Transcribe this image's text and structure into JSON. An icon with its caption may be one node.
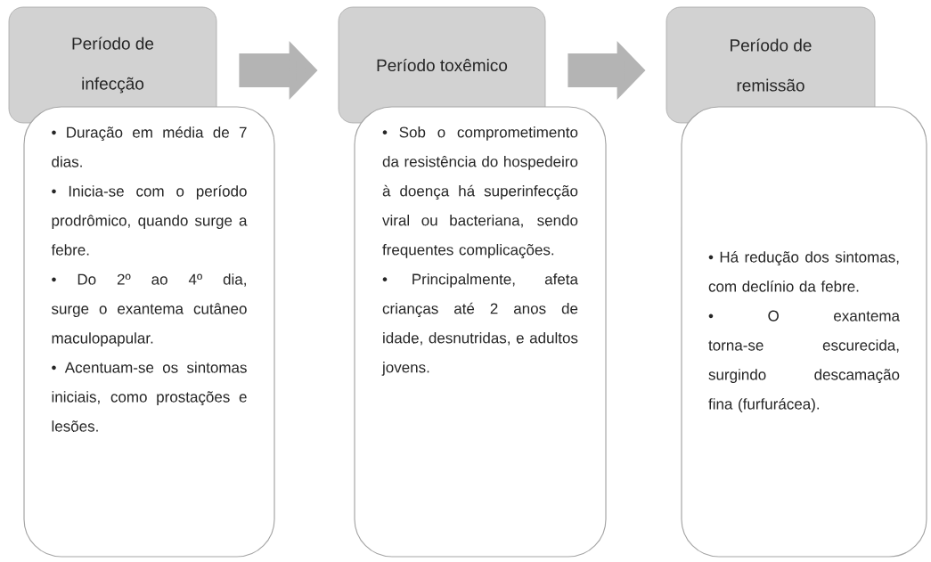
{
  "diagram": {
    "nodes": [
      {
        "text": [
          "Período de infecção"
        ]
      },
      {
        "text": [
          "• Duração em média de 7 dias.",
          "• Inicia-se com o período prodrômico, quando surge a febre.",
          "• Do 2º ao 4º dia, surge o exantema cutâneo maculopapular.",
          "• Acentuam-se os sintomas iniciais, como prostações e lesões."
        ]
      },
      {
        "text": [
          "Período toxêmico"
        ]
      },
      {
        "text": [
          "• Sob o comprometimento da resistência do hospedeiro à doença há superinfecção viral ou bacteriana, sendo frequentes complicações.",
          "• Principalmente, afeta crianças até 2 anos de idade, desnutridas, e adultos jovens."
        ]
      },
      {
        "text": [
          "Período de remissão"
        ]
      },
      {
        "text": [
          "• Há redução dos sintomas, com declínio da febre.",
          "• O exantema torna-se escurecida, surgindo descamação fina (furfurácea)."
        ]
      }
    ],
    "edges": [
      {
        "from": 0,
        "to": 2,
        "arrow": "to"
      },
      {
        "from": 2,
        "to": 4,
        "arrow": "to"
      }
    ]
  }
}
